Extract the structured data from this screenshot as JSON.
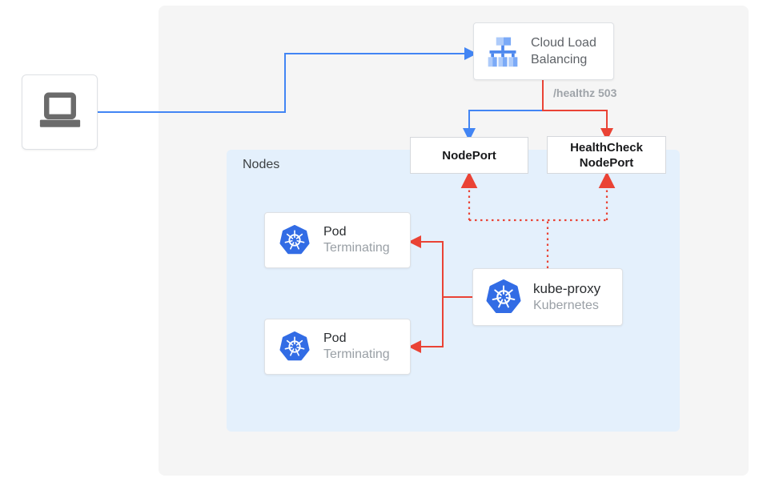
{
  "diagram": {
    "nodes_group_label": "Nodes",
    "client": {
      "icon": "laptop-icon"
    },
    "cloud_load_balancing": {
      "label": "Cloud Load Balancing",
      "icon": "cloud-load-balancing-icon"
    },
    "healthz_annotation": "/healthz 503",
    "nodeport": {
      "label": "NodePort"
    },
    "healthcheck_nodeport": {
      "line1": "HealthCheck",
      "line2": "NodePort"
    },
    "pods": [
      {
        "title": "Pod",
        "status": "Terminating",
        "icon": "kubernetes-icon"
      },
      {
        "title": "Pod",
        "status": "Terminating",
        "icon": "kubernetes-icon"
      }
    ],
    "kube_proxy": {
      "title": "kube-proxy",
      "subtitle": "Kubernetes",
      "icon": "kubernetes-icon"
    },
    "colors": {
      "traffic_blue": "#4285F4",
      "health_red": "#EA4335",
      "kubernetes_blue": "#326CE5",
      "background_gray": "#F5F5F5",
      "nodes_panel_blue": "#E4F0FC",
      "annotation_gray": "#9FA4A9"
    }
  }
}
